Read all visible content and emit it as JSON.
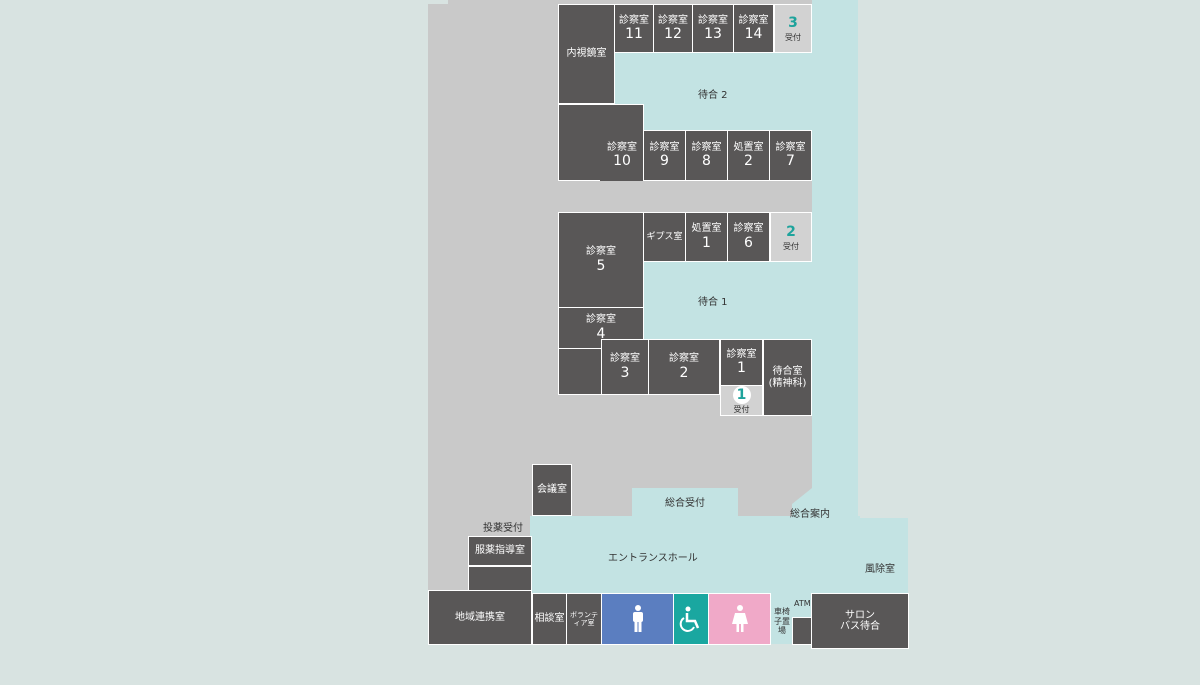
{
  "rooms": {
    "r11": {
      "t": "診察室",
      "n": "11"
    },
    "r12": {
      "t": "診察室",
      "n": "12"
    },
    "r13": {
      "t": "診察室",
      "n": "13"
    },
    "r14": {
      "t": "診察室",
      "n": "14"
    },
    "endoscopy": "内視鏡室",
    "r10": {
      "t": "診察室",
      "n": "10"
    },
    "r9": {
      "t": "診察室",
      "n": "9"
    },
    "r8": {
      "t": "診察室",
      "n": "8"
    },
    "proc2": {
      "t": "処置室",
      "n": "2"
    },
    "r7": {
      "t": "診察室",
      "n": "7"
    },
    "r5": {
      "t": "診察室",
      "n": "5"
    },
    "cast": "ギプス室",
    "proc1": {
      "t": "処置室",
      "n": "1"
    },
    "r6": {
      "t": "診察室",
      "n": "6"
    },
    "r4": {
      "t": "診察室",
      "n": "4"
    },
    "r3": {
      "t": "診察室",
      "n": "3"
    },
    "r2": {
      "t": "診察室",
      "n": "2"
    },
    "r1": {
      "t": "診察室",
      "n": "1"
    },
    "psych_wait": {
      "t": "待合室",
      "n": "(精神科)"
    },
    "meeting": "会議室",
    "med_guidance": "服薬指導室",
    "regional": "地域連携室",
    "consult": "相談室",
    "volunteer": "ボランティア室",
    "wheelchair": "車椅子置場",
    "salon": {
      "t": "サロン",
      "n": "バス待合"
    },
    "windbreak": "風除室"
  },
  "areas": {
    "wait2": "待合 2",
    "wait1": "待合 1",
    "general_reception": "総合受付",
    "info": "総合案内",
    "entrance": "エントランスホール",
    "pharmacy": "投薬受付",
    "atm": "ATM"
  },
  "reception": {
    "r3": {
      "num": "3",
      "label": "受付"
    },
    "r2": {
      "num": "2",
      "label": "受付"
    },
    "r1": {
      "num": "1",
      "label": "受付"
    }
  },
  "colors": {
    "room": "#595757",
    "hall": "#c9c9c9",
    "waiting": "#c3e3e3",
    "accent": "#1ea39c",
    "mens": "#5b7ec0",
    "accessible": "#1aa7a0",
    "womens": "#f0a9c8"
  },
  "icons": [
    "mens-restroom-icon",
    "accessible-restroom-icon",
    "womens-restroom-icon"
  ]
}
